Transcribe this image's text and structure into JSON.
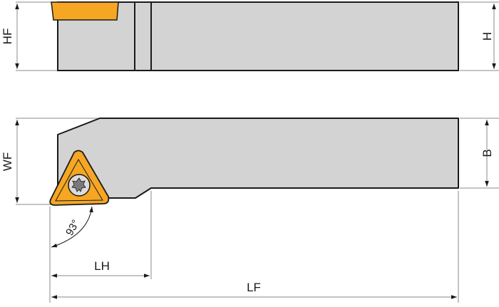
{
  "diagram": {
    "type": "turning tool holder dimension drawing",
    "views": [
      "side-view",
      "top-view"
    ],
    "colors": {
      "body_fill": "#d3d3d3",
      "outline": "#1a1a1a",
      "insert_fill": "#f5a623",
      "dimension_line": "#8a8a8a",
      "screw_fill": "#7a7a7a"
    },
    "dimensions": {
      "HF": "HF",
      "H": "H",
      "WF": "WF",
      "B": "B",
      "LH": "LH",
      "LF": "LF"
    },
    "angle": "93°"
  }
}
